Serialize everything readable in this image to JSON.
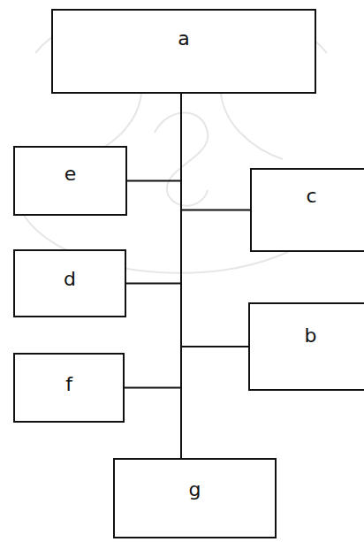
{
  "diagram": {
    "nodes": [
      {
        "text": [
          "a"
        ]
      },
      {
        "text": [
          "e"
        ]
      },
      {
        "text": [
          "c"
        ]
      },
      {
        "text": [
          "d"
        ]
      },
      {
        "text": [
          "b"
        ]
      },
      {
        "text": [
          "f"
        ]
      },
      {
        "text": [
          "g"
        ]
      }
    ],
    "edges": [
      {
        "from": 0,
        "to": 1,
        "arrow": "none"
      },
      {
        "from": 0,
        "to": 2,
        "arrow": "none"
      },
      {
        "from": 0,
        "to": 3,
        "arrow": "none"
      },
      {
        "from": 0,
        "to": 4,
        "arrow": "none"
      },
      {
        "from": 0,
        "to": 5,
        "arrow": "none"
      },
      {
        "from": 0,
        "to": 6,
        "arrow": "none"
      }
    ]
  }
}
